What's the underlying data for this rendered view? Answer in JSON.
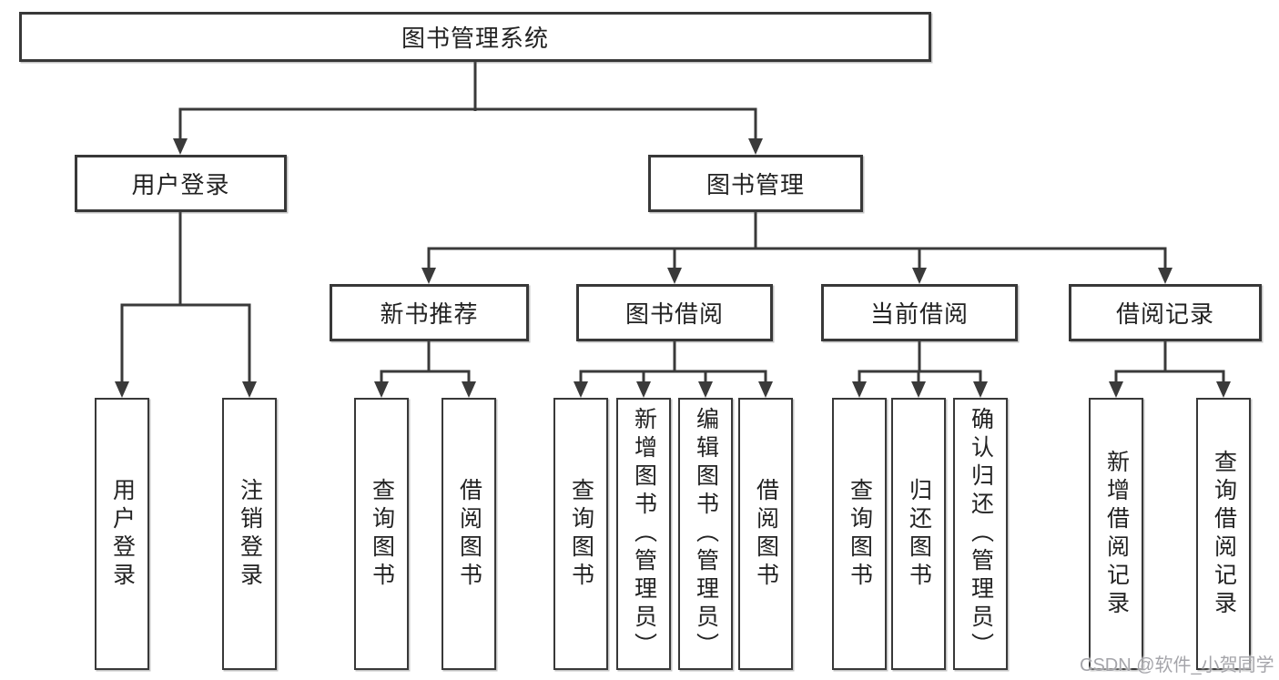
{
  "diagram_title": "图书管理系统",
  "tree": {
    "label": "图书管理系统",
    "children": [
      {
        "label": "用户登录",
        "children": [
          {
            "label": "用户登录"
          },
          {
            "label": "注销登录"
          }
        ]
      },
      {
        "label": "图书管理",
        "children": [
          {
            "label": "新书推荐",
            "children": [
              {
                "label": "查询图书"
              },
              {
                "label": "借阅图书"
              }
            ]
          },
          {
            "label": "图书借阅",
            "children": [
              {
                "label": "查询图书"
              },
              {
                "label": "新增图书（管理员）"
              },
              {
                "label": "编辑图书（管理员）"
              },
              {
                "label": "借阅图书"
              }
            ]
          },
          {
            "label": "当前借阅",
            "children": [
              {
                "label": "查询图书"
              },
              {
                "label": "归还图书"
              },
              {
                "label": "确认归还（管理员）"
              }
            ]
          },
          {
            "label": "借阅记录",
            "children": [
              {
                "label": "新增借阅记录"
              },
              {
                "label": "查询借阅记录"
              }
            ]
          }
        ]
      }
    ]
  },
  "watermark": {
    "text": "CSDN @软件_小贺同学"
  },
  "colors": {
    "background": "#ffffff",
    "line": "#3a3a3a",
    "box_border": "#383838",
    "box_background": "#ffffff",
    "text": "#222222",
    "watermark": "#a5a5aa"
  }
}
